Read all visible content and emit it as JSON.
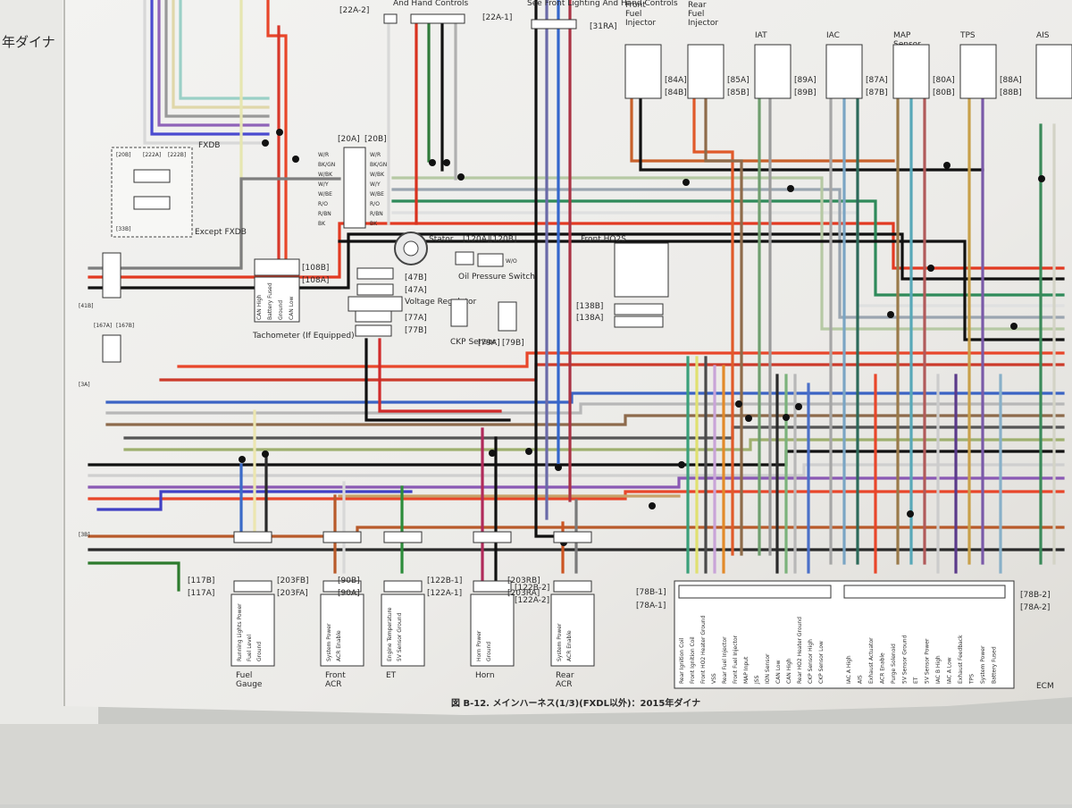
{
  "left_page": {
    "heading": "年ダイナ"
  },
  "top_refs": {
    "hand_controls": "And Hand Controls",
    "front_lighting": "See Front Lighting\nAnd Hand Controls",
    "ref_22a2": "[22A-2]",
    "ref_22a1": "[22A-1]",
    "ref_31ra": "[31RA]"
  },
  "sensors": [
    {
      "name": "Front\nFuel\nInjector",
      "ref_a": "[84A]",
      "ref_b": "[84B]"
    },
    {
      "name": "Rear\nFuel\nInjector",
      "ref_a": "[85A]",
      "ref_b": "[85B]"
    },
    {
      "name": "IAT",
      "ref_a": "[89A]",
      "ref_b": "[89B]"
    },
    {
      "name": "IAC",
      "ref_a": "[87A]",
      "ref_b": "[87B]"
    },
    {
      "name": "MAP\nSensor",
      "ref_a": "[80A]",
      "ref_b": "[80B]"
    },
    {
      "name": "TPS",
      "ref_a": "[88A]",
      "ref_b": "[88B]"
    },
    {
      "name": "AIS",
      "ref_a": "",
      "ref_b": ""
    }
  ],
  "fxdb": {
    "label": "FXDB",
    "except": "Except\nFXDB",
    "refs": [
      "[20B]",
      "[222A]",
      "[222B]",
      "[33B]"
    ]
  },
  "connector_20": {
    "refs": [
      "[20A]",
      "[20B]"
    ],
    "wires": [
      "W/R",
      "BK/GN",
      "W/BK",
      "W/Y",
      "W/BE",
      "R/O",
      "R/BN",
      "BK"
    ],
    "wires_right": [
      "W/R",
      "BK/GN",
      "W/BK",
      "W/Y",
      "W/BE",
      "R/O",
      "R/BN",
      "BK"
    ]
  },
  "tachometer": {
    "name": "Tachometer\n(If Equipped)",
    "ref_b": "[108B]",
    "ref_a": "[108A]",
    "pins": [
      "CAN High",
      "Battery Fused",
      "Ground",
      "CAN Low"
    ]
  },
  "stator": {
    "name": "Stator"
  },
  "voltage_regulator": {
    "name": "Voltage\nRegulator",
    "refs": [
      "[47B]",
      "[47A]",
      "[77A]",
      "[77B]"
    ]
  },
  "oil_pressure": {
    "name": "Oil Pressure\nSwitch",
    "refs": [
      "[120A]",
      "[120B]"
    ],
    "wire": "W/O"
  },
  "ckp": {
    "name": "CKP\nSensor",
    "refs": [
      "[79A]",
      "[79B]"
    ]
  },
  "front_ho2s": {
    "name": "Front\nHO2S",
    "ref_b": "[138B]",
    "ref_a": "[138A]"
  },
  "left_refs": [
    "[41B]",
    "[167A]",
    "[167B]",
    "[3A]",
    "[3B]"
  ],
  "bottom_components": [
    {
      "name": "Fuel\nGauge",
      "ref_b": "[117B]",
      "ref_a": "[117A]",
      "pins": [
        "Running Lights Power",
        "Fuel Level",
        "Ground"
      ]
    },
    {
      "name": "Front\nACR",
      "ref_b": "[203FB]",
      "ref_a": "[203FA]",
      "pins": [
        "System Power",
        "ACR Enable"
      ]
    },
    {
      "name": "ET",
      "ref_b": "[90B]",
      "ref_a": "[90A]",
      "pins": [
        "Engine Temperature",
        "5V Sensor Ground"
      ]
    },
    {
      "name": "Horn",
      "ref_b": "[122B-1]",
      "ref_a": "[122A-1]",
      "ref_b2": "[122B-2]",
      "ref_a2": "[122A-2]",
      "pins": [
        "Horn Power",
        "Ground"
      ]
    },
    {
      "name": "Rear\nACR",
      "ref_b": "[203RB]",
      "ref_a": "[203RA]",
      "pins": [
        "System Power",
        "ACR Enable"
      ]
    }
  ],
  "ecm": {
    "name": "ECM",
    "ref_b1": "[78B-1]",
    "ref_a1": "[78A-1]",
    "ref_b2": "[78B-2]",
    "ref_a2": "[78A-2]",
    "pins_left": [
      "Rear Ignition Coil",
      "Front Ignition Coil",
      "Front HO2 Heater Ground",
      "VSS",
      "Rear Fuel Injector",
      "Front Fuel Injector",
      "MAP Input",
      "JSS",
      "ION Sensor",
      "CAN Low",
      "CAN High",
      "Rear HO2 Heater Ground",
      "CKP Sensor High",
      "CKP Sensor Low"
    ],
    "pins_right": [
      "IAC A High",
      "AIS",
      "Exhaust Actuator",
      "ACR Enable",
      "Purge Solenoid",
      "5V Sensor Ground",
      "ET",
      "5V Sensor Power",
      "IAC B High",
      "IAC A Low",
      "Exhaust Feedback",
      "TPS",
      "System Power",
      "Battery Fused"
    ]
  },
  "caption": "図 B-12. メインハーネス(1/3)(FXDL以外)：2015年ダイナ"
}
